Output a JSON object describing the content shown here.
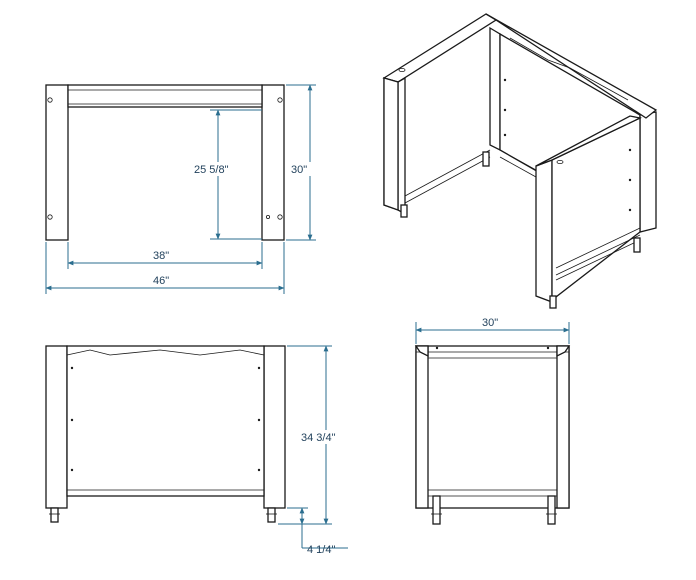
{
  "drawing": {
    "top_view": {
      "depth_inner": "25 5/8\"",
      "depth_overall": "30\"",
      "width_inner": "38\"",
      "width_overall": "46\""
    },
    "front_view": {
      "height_overall": "34 3/4\"",
      "leg_height": "4 1/4\""
    },
    "side_view": {
      "depth": "30\""
    }
  }
}
